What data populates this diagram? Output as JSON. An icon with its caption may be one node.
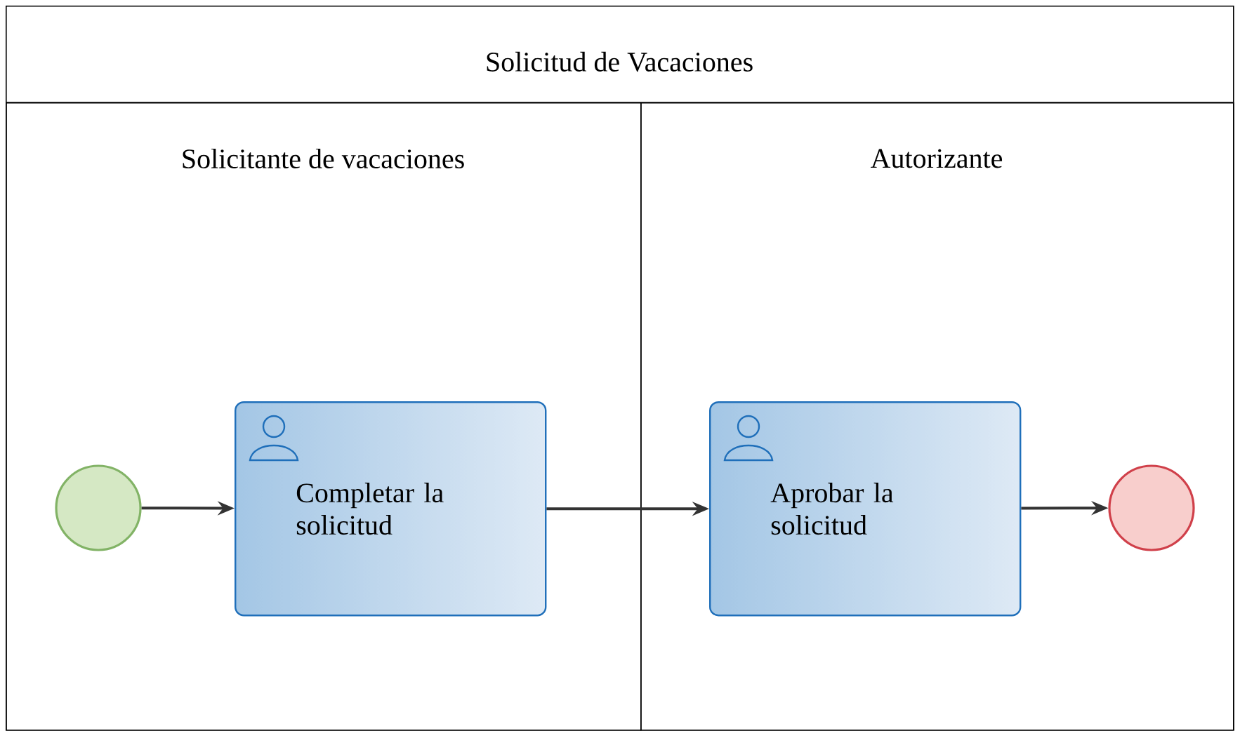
{
  "diagram": {
    "nodes": [
      {
        "text": [
          "Solicitud de Vacaciones"
        ]
      },
      {
        "text": [
          "Solicitante de vacaciones"
        ],
        "in": 0
      },
      {
        "text": [
          "Autorizante"
        ],
        "in": 0
      },
      {
        "text": [],
        "shape": "circle",
        "in": 1
      },
      {
        "text": [
          "Completar la solicitud"
        ],
        "in": 1
      },
      {
        "text": [
          "Aprobar la solicitud"
        ],
        "in": 2
      },
      {
        "text": [],
        "shape": "circle",
        "in": 2
      }
    ],
    "edges": [
      {
        "from": 3,
        "to": 4,
        "arrow": "to"
      },
      {
        "from": 4,
        "to": 5,
        "arrow": "to"
      },
      {
        "from": 5,
        "to": 6,
        "arrow": "to"
      }
    ]
  }
}
